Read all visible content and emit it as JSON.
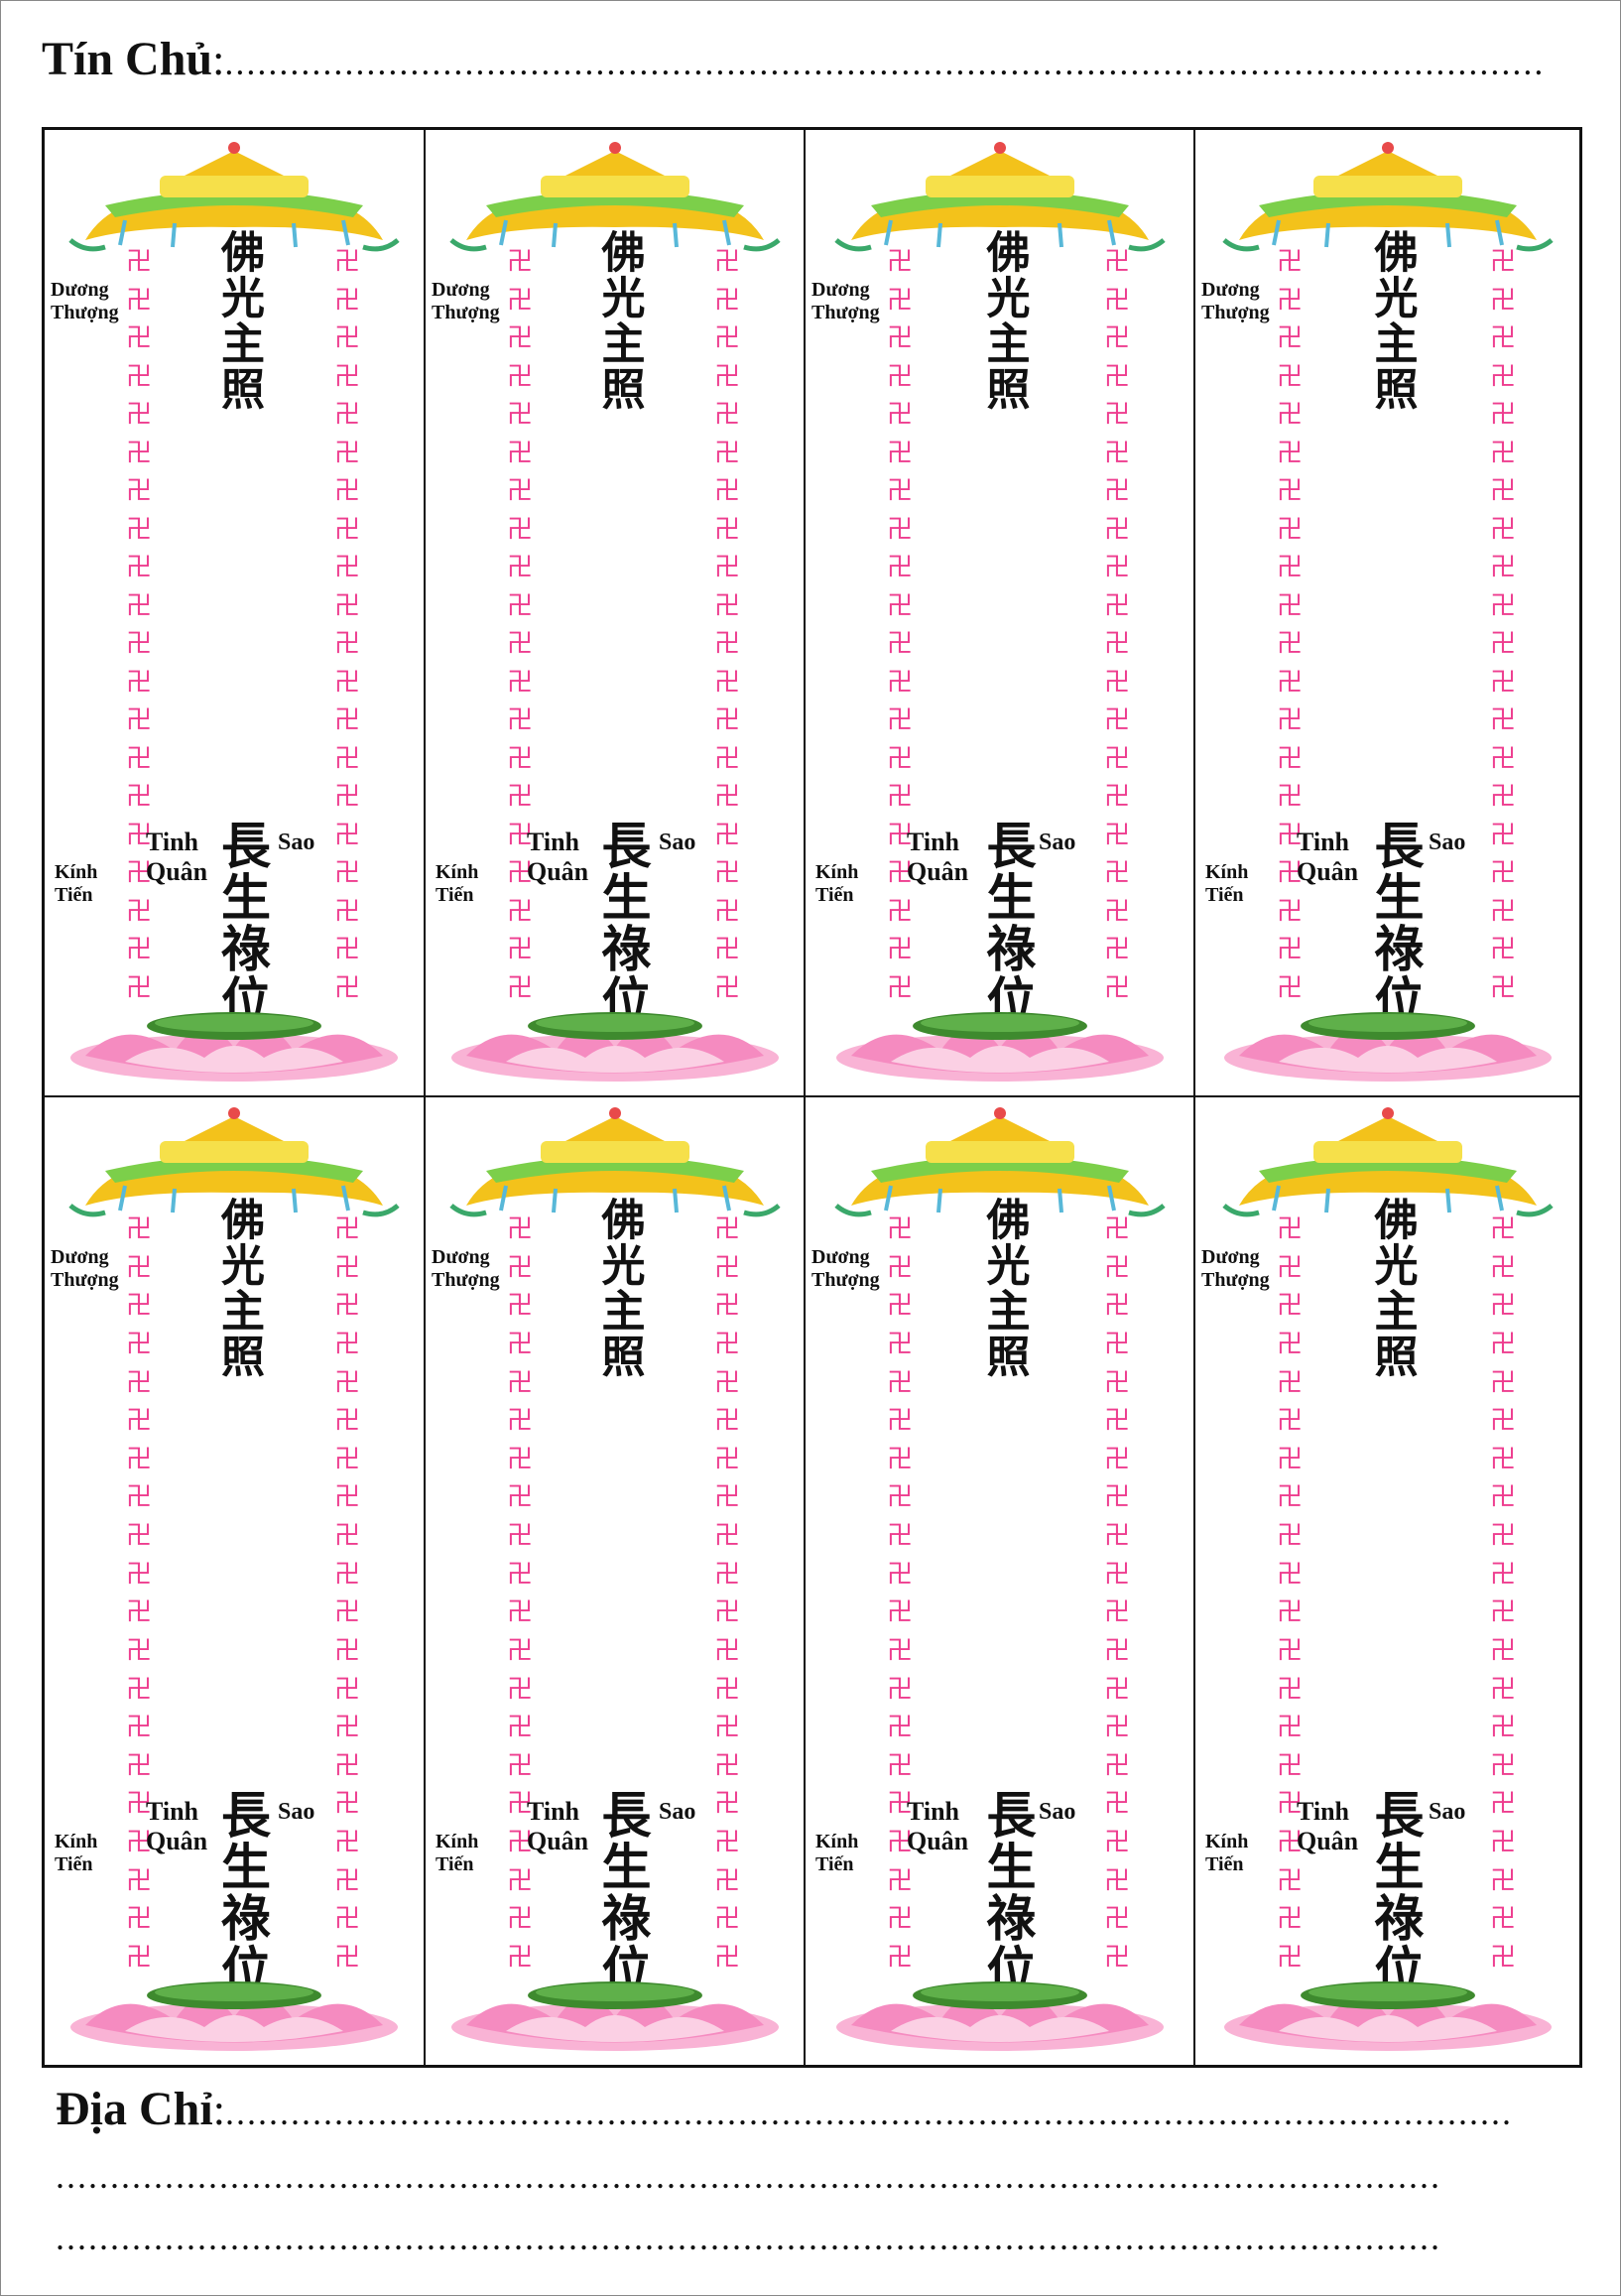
{
  "header": {
    "owner_label": "Tín Chủ",
    "colon": ":",
    "dots": "........................................................................................................................."
  },
  "footer": {
    "address_label": "Địa Chỉ",
    "colon": ":",
    "dots_line1": "......................................................................................................................",
    "dots_line2": "...............................................................................................................................",
    "dots_line3": "..............................................................................................................................."
  },
  "card_template": {
    "top_cjk": "佛光主照",
    "bottom_cjk": "長生祿位",
    "label_duong_line1": "Dương",
    "label_duong_line2": "Thượng",
    "label_kinh_line1": "Kính",
    "label_kinh_line2": "Tiến",
    "label_tinh_line1": "Tinh",
    "label_tinh_line2": "Quân",
    "label_sao": "Sao",
    "swastika_glyph": "卍",
    "swastika_color": "#ee3d8f",
    "canopy_icon": "canopy-icon",
    "lotus_icon": "lotus-icon"
  },
  "grid": {
    "rows": 2,
    "columns": 4,
    "card_count": 8
  },
  "colors": {
    "swastika": "#ee3d8f",
    "lotus_petal": "#f58bc0",
    "lotus_center": "#3e8a2e",
    "canopy_gold": "#f3c21b",
    "canopy_green": "#7ccf4a",
    "border": "#111111"
  }
}
